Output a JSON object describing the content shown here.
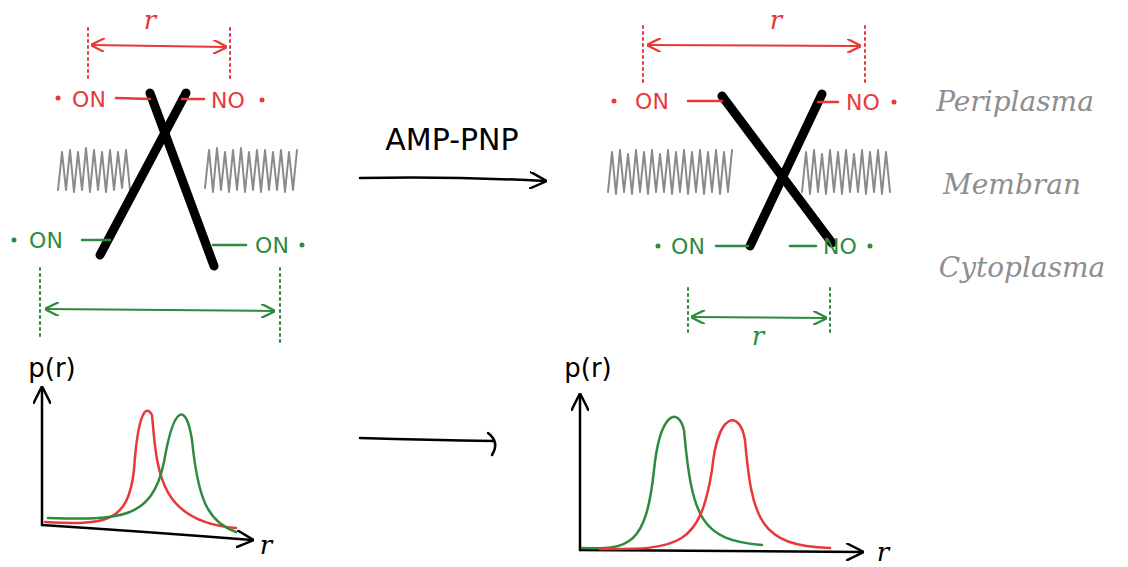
{
  "diagram": {
    "labels": [
      "r",
      "ON",
      "NO",
      "AMP-PNP",
      "r",
      "ON",
      "NO",
      "Periplasma",
      "Membran",
      "ON",
      "ON",
      "ON",
      "NO",
      "Cytoplasma",
      "r",
      "p(r)",
      "p(r)",
      "r",
      "r"
    ]
  }
}
